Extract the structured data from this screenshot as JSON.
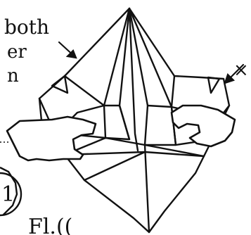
{
  "notes": {
    "line1": "both",
    "line2": "er",
    "line3": "n",
    "step_partial": "1",
    "bottom_partial": "Fl.(("
  },
  "arrow_labels": [
    "×"
  ]
}
